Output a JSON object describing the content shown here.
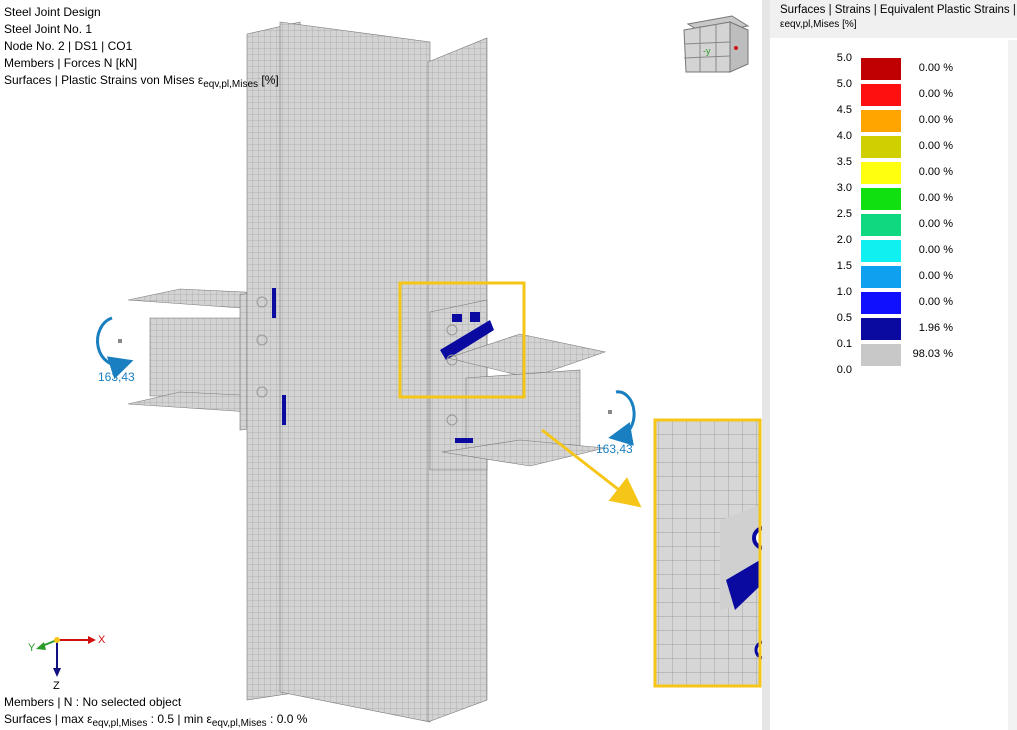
{
  "info": {
    "line1": "Steel Joint Design",
    "line2": "Steel Joint No. 1",
    "line3": "Node No. 2 | DS1 | CO1",
    "line4": "Members | Forces N [kN]",
    "line5_prefix": "Surfaces | Plastic Strains von Mises ε",
    "line5_sub": "eqv,pl,Mises",
    "line5_suffix": " [%]"
  },
  "moments": {
    "left_value": "163,43",
    "right_value": "163,43"
  },
  "axes": {
    "x": "X",
    "y": "Y",
    "z": "Z"
  },
  "view_cube": {
    "label_y": "-y",
    "icon": "view-cube-icon"
  },
  "status": {
    "line1": "Members | N : No selected object",
    "line2_prefix": "Surfaces | max ε",
    "line2_sub1": "eqv,pl,Mises",
    "line2_mid": " : 0.5 | min ε",
    "line2_sub2": "eqv,pl,Mises",
    "line2_suffix": " : 0.0 %"
  },
  "legend": {
    "title": "Surfaces | Strains | Equivalent Plastic Strains |",
    "subtitle": "εeqv,pl,Mises [%]",
    "ticks": [
      "5.0",
      "5.0",
      "4.5",
      "4.0",
      "3.5",
      "3.0",
      "2.5",
      "2.0",
      "1.5",
      "1.0",
      "0.5",
      "0.1",
      "0.0"
    ],
    "items": [
      {
        "color": "#c00000",
        "percent": "0.00 %"
      },
      {
        "color": "#ff1010",
        "percent": "0.00 %"
      },
      {
        "color": "#ffa500",
        "percent": "0.00 %"
      },
      {
        "color": "#d0d000",
        "percent": "0.00 %"
      },
      {
        "color": "#ffff10",
        "percent": "0.00 %"
      },
      {
        "color": "#10e010",
        "percent": "0.00 %"
      },
      {
        "color": "#10d880",
        "percent": "0.00 %"
      },
      {
        "color": "#10f0f0",
        "percent": "0.00 %"
      },
      {
        "color": "#10a0f0",
        "percent": "0.00 %"
      },
      {
        "color": "#1010ff",
        "percent": "0.00 %"
      },
      {
        "color": "#0a0aa0",
        "percent": "1.96 %"
      },
      {
        "color": "#c8c8c8",
        "percent": "98.03 %"
      }
    ]
  },
  "colors": {
    "mesh_fill": "#d3d3d3",
    "mesh_line": "#8a8a8a",
    "plastic": "#0a0aa0",
    "highlight": "#f5c518",
    "moment_arrow": "#1a7fc0"
  }
}
